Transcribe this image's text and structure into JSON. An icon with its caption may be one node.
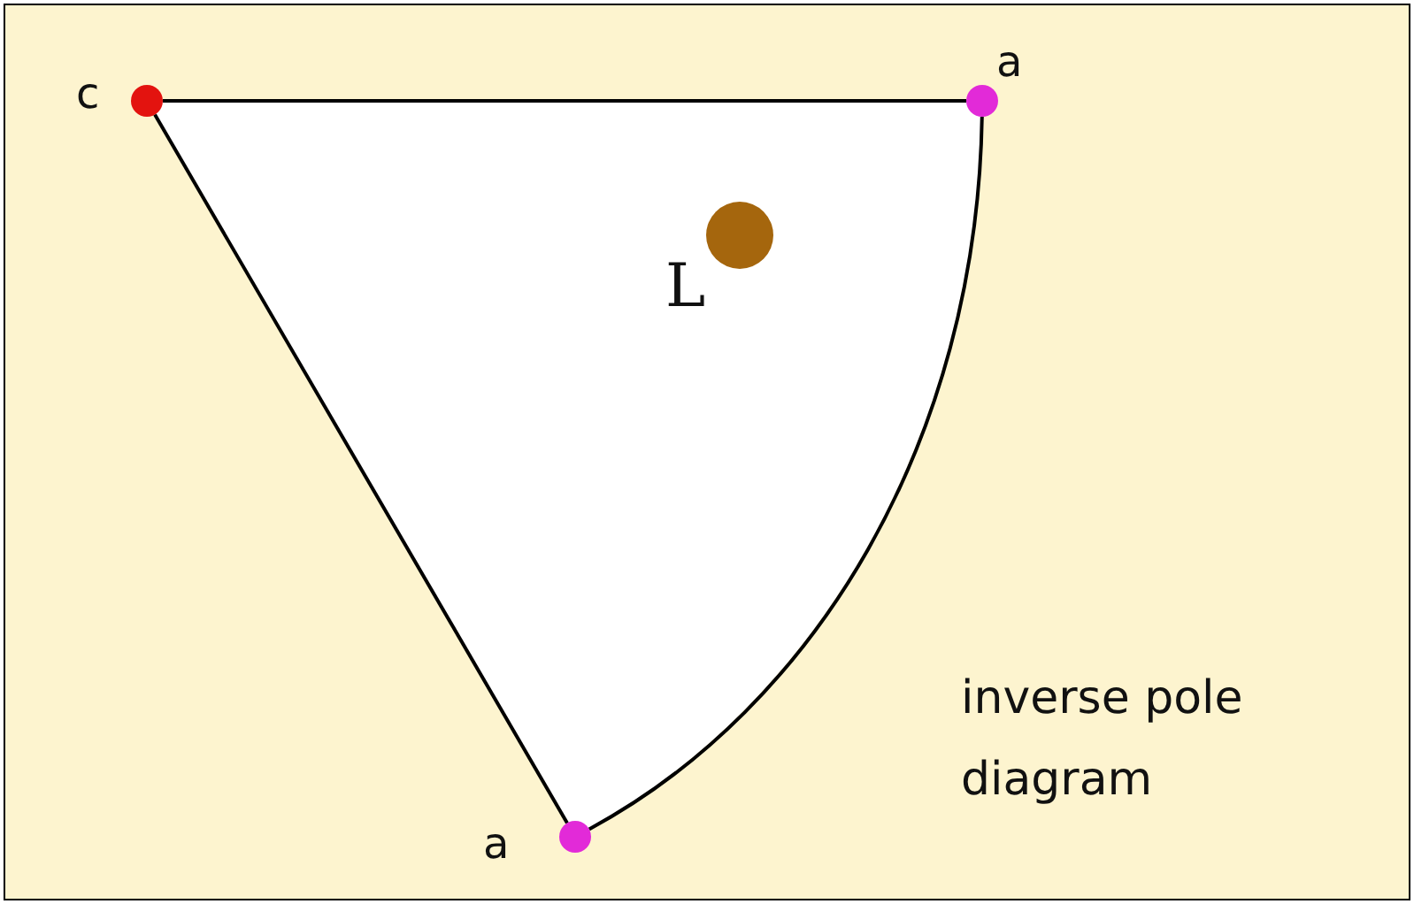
{
  "diagram": {
    "nodes": [
      {
        "text": [],
        "shape": "circle",
        "beside": [
          "c"
        ]
      },
      {
        "text": [],
        "shape": "circle",
        "beside": [
          "a"
        ]
      },
      {
        "text": [],
        "shape": "circle",
        "beside": [
          "a"
        ]
      },
      {
        "text": [],
        "shape": "circle",
        "beside": [
          "L"
        ]
      }
    ],
    "edges": [
      {
        "from": 0,
        "to": 1,
        "arrow": "none"
      },
      {
        "from": 1,
        "to": 2,
        "arrow": "none"
      },
      {
        "from": 2,
        "to": 0,
        "arrow": "none"
      }
    ],
    "labels": [
      "inverse pole diagram"
    ]
  }
}
